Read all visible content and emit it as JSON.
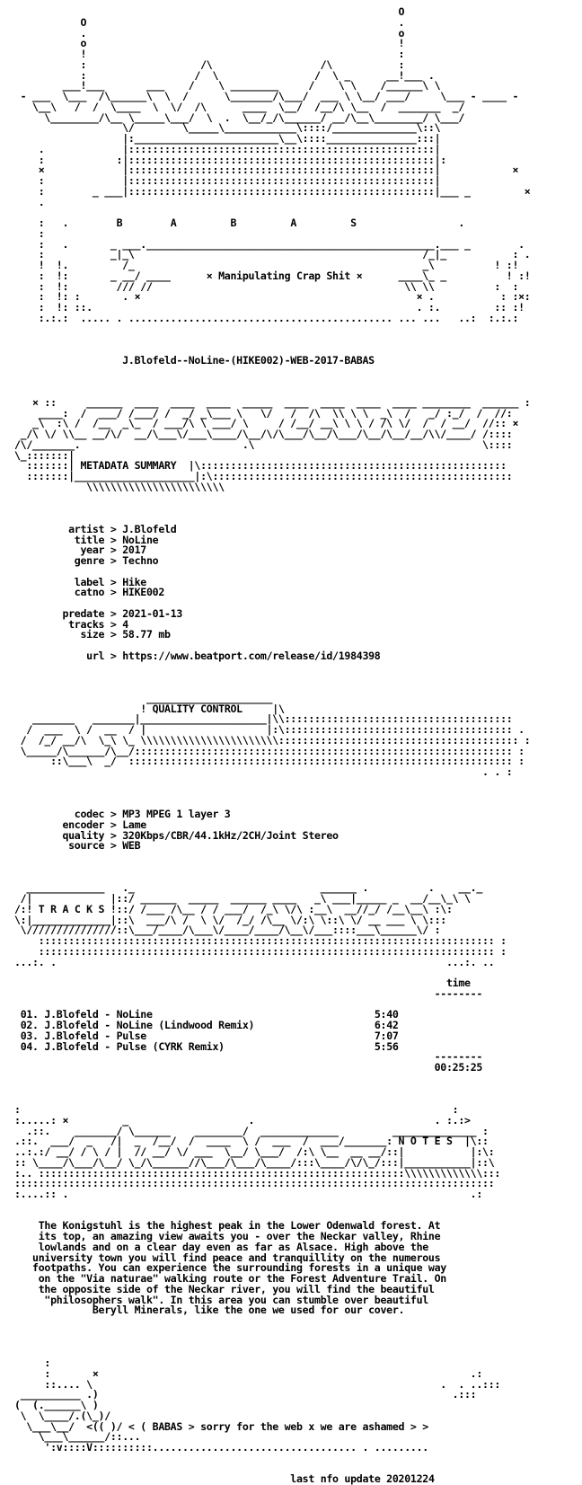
{
  "header": {
    "group_letters": [
      "B",
      "A",
      "B",
      "A",
      "S"
    ],
    "tagline": "× Manipulating Crap Shit ×",
    "release": "J.Blofeld--NoLine-(HIKE002)-WEB-2017-BABAS"
  },
  "metadata": {
    "section_title": "METADATA SUMMARY",
    "artist": "J.Blofeld",
    "title": "NoLine",
    "year": "2017",
    "genre": "Techno",
    "label": "Hike",
    "catno": "HIKE002",
    "predate": "2021-01-13",
    "tracks": "4",
    "size": "58.77 mb",
    "url": "https://www.beatport.com/release/id/1984398"
  },
  "quality": {
    "section_title": "QUALITY CONTROL",
    "codec": "MP3 MPEG 1 layer 3",
    "encoder": "Lame",
    "quality": "320Kbps/CBR/44.1kHz/2CH/Joint Stereo",
    "source": "WEB"
  },
  "tracks": {
    "section_title": "T R A C K S",
    "time_header": "time",
    "items": [
      {
        "num": "01.",
        "name": "J.Blofeld - NoLine",
        "time": "5:40"
      },
      {
        "num": "02.",
        "name": "J.Blofeld - NoLine (Lindwood Remix)",
        "time": "6:42"
      },
      {
        "num": "03.",
        "name": "J.Blofeld - Pulse",
        "time": "7:07"
      },
      {
        "num": "04.",
        "name": "J.Blofeld - Pulse (CYRK Remix)",
        "time": "5:56"
      }
    ],
    "total": "00:25:25"
  },
  "notes": {
    "section_title": "N O T E S",
    "lines": [
      "The Konigstuhl is the highest peak in the Lower Odenwald forest. At",
      "its top, an amazing view awaits you - over the Neckar valley, Rhine",
      "lowlands and on a clear day even as far as Alsace. High above the",
      "university town you will find peace and tranquillity on the numerous",
      "footpaths. You can experience the surrounding forests in a unique way",
      "on the \"Via naturae\" walking route or the Forest Adventure Trail. On",
      "the opposite side of the Neckar river, you will find the beautiful",
      "\"philosophers walk\". In this area you can stumble over beautiful",
      "Beryll Minerals, like the one we used for our cover."
    ]
  },
  "footer": {
    "signoff": "< ( BABAS > sorry for the web x we are ashamed > >",
    "update": "last nfo update 20201224"
  }
}
